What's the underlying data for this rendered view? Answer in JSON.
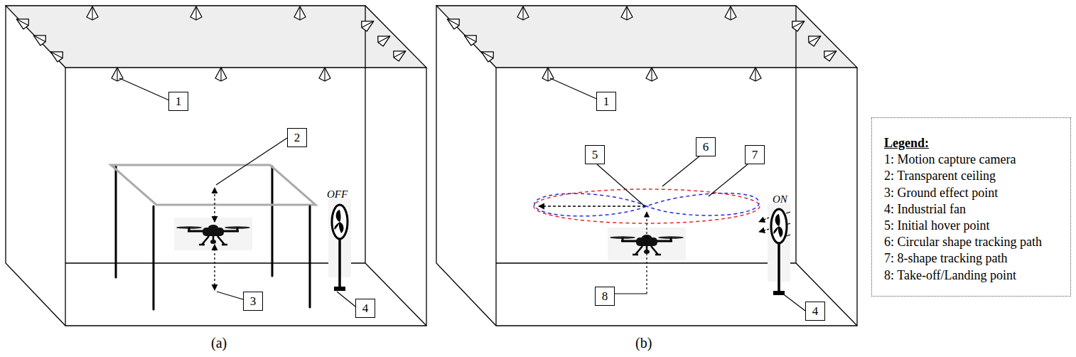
{
  "diagram": {
    "nodes": [
      {
        "text": [
          "1"
        ]
      },
      {
        "text": [
          "2"
        ]
      },
      {
        "text": [
          "3"
        ]
      },
      {
        "text": [
          "4"
        ]
      },
      {
        "text": [
          "1"
        ]
      },
      {
        "text": [
          "5"
        ]
      },
      {
        "text": [
          "6"
        ]
      },
      {
        "text": [
          "7"
        ]
      },
      {
        "text": [
          "4"
        ]
      },
      {
        "text": [
          "8"
        ]
      }
    ],
    "labels": [
      "OFF",
      "ON",
      "(a)",
      "(b)",
      "Legend:"
    ],
    "legend": [
      {
        "text": "1: Motion capture camera"
      },
      {
        "text": "2: Transparent ceiling"
      },
      {
        "text": "3: Ground effect point"
      },
      {
        "text": "4: Industrial fan"
      },
      {
        "text": "5: Initial hover point"
      },
      {
        "text": "6: Circular shape tracking path"
      },
      {
        "text": "7: 8-shape tracking path"
      },
      {
        "text": "8: Take-off/Landing point"
      }
    ]
  }
}
